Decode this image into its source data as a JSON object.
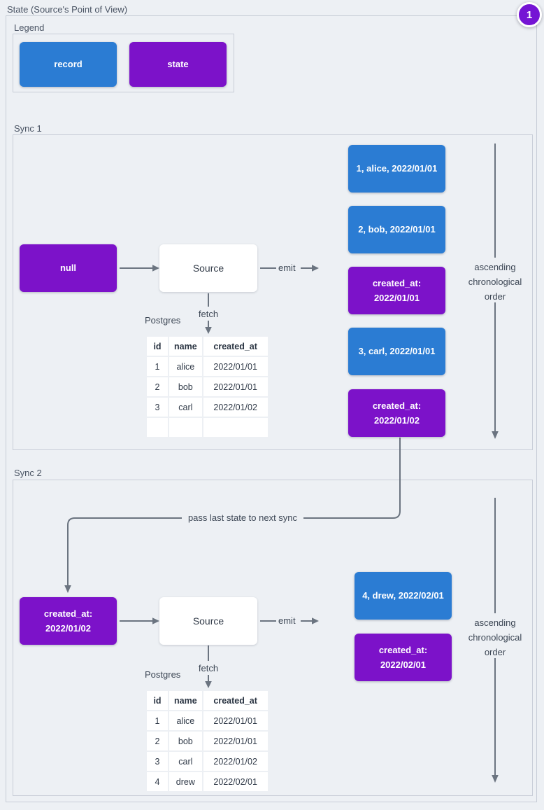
{
  "page": {
    "title": "State (Source's Point of View)",
    "badge": "1"
  },
  "colors": {
    "record_blue": "#2b7cd3",
    "state_purple": "#7c12c9",
    "badge_purple": "#7514d4",
    "arrow_gray": "#6b7480",
    "canvas_bg": "#edf0f4"
  },
  "legend": {
    "label": "Legend",
    "record_label": "record",
    "state_label": "state"
  },
  "pass_label": "pass last state to next sync",
  "sync1": {
    "label": "Sync 1",
    "state_in": "null",
    "source_label": "Source",
    "emit_label": "emit",
    "fetch_label": "fetch",
    "postgres_label": "Postgres",
    "ascending_label": "ascending chronological order",
    "emitted": [
      {
        "type": "record",
        "text": "1, alice, 2022/01/01"
      },
      {
        "type": "record",
        "text": "2, bob, 2022/01/01"
      },
      {
        "type": "state",
        "line1": "created_at:",
        "line2": "2022/01/01"
      },
      {
        "type": "record",
        "text": "3, carl, 2022/01/01"
      },
      {
        "type": "state",
        "line1": "created_at:",
        "line2": "2022/01/02"
      }
    ],
    "table": {
      "headers": [
        "id",
        "name",
        "created_at"
      ],
      "rows": [
        [
          "1",
          "alice",
          "2022/01/01"
        ],
        [
          "2",
          "bob",
          "2022/01/01"
        ],
        [
          "3",
          "carl",
          "2022/01/02"
        ],
        [
          "",
          "",
          ""
        ]
      ]
    }
  },
  "sync2": {
    "label": "Sync 2",
    "state_in": {
      "line1": "created_at:",
      "line2": "2022/01/02"
    },
    "source_label": "Source",
    "emit_label": "emit",
    "fetch_label": "fetch",
    "postgres_label": "Postgres",
    "ascending_label": "ascending chronological order",
    "emitted": [
      {
        "type": "record",
        "text": "4, drew, 2022/02/01"
      },
      {
        "type": "state",
        "line1": "created_at:",
        "line2": "2022/02/01"
      }
    ],
    "table": {
      "headers": [
        "id",
        "name",
        "created_at"
      ],
      "rows": [
        [
          "1",
          "alice",
          "2022/01/01"
        ],
        [
          "2",
          "bob",
          "2022/01/01"
        ],
        [
          "3",
          "carl",
          "2022/01/02"
        ],
        [
          "4",
          "drew",
          "2022/02/01"
        ]
      ]
    }
  }
}
